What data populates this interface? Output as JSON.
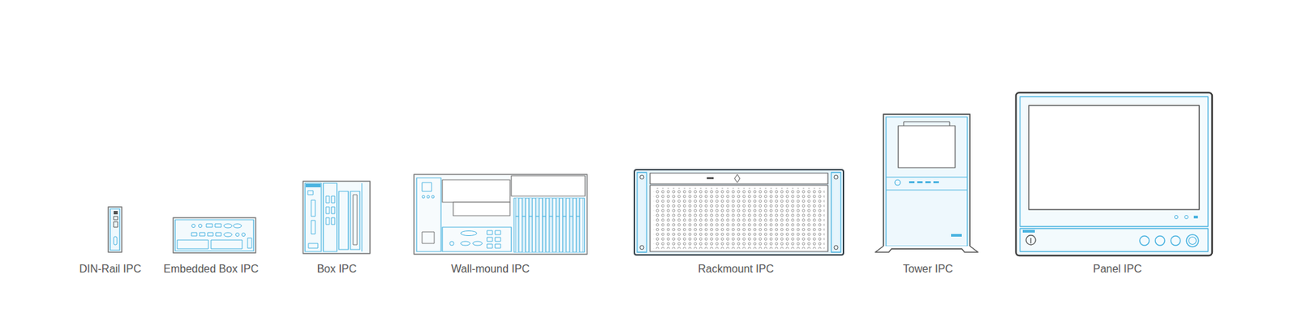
{
  "diagram": {
    "labels": [
      "DIN-Rail IPC",
      "Embedded Box IPC",
      "Box IPC",
      "Wall-mound IPC",
      "Rackmount IPC",
      "Tower IPC",
      "Panel IPC"
    ]
  }
}
